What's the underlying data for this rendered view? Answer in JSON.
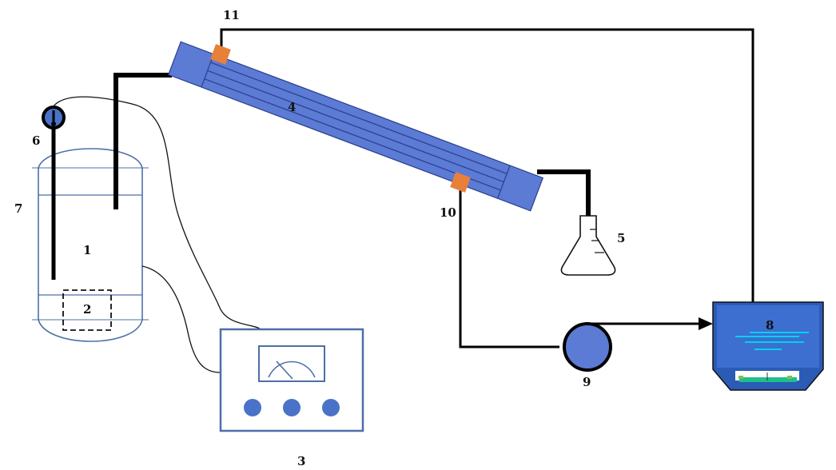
{
  "labels": {
    "reactor": "1",
    "heater": "2",
    "controller": "3",
    "condenser": "4",
    "flask": "5",
    "thermometer": "6",
    "vessel": "7",
    "bath": "8",
    "pump": "9",
    "inlet": "10",
    "outlet": "11"
  },
  "colors": {
    "condenser": "#5b7bd5",
    "condenser_line": "#2d3f8c",
    "port": "#e8803a",
    "pipe": "#000000",
    "vessel_line": "#4d6fa8",
    "controller_knob": "#4a72c8",
    "water": "#00d2f0"
  }
}
